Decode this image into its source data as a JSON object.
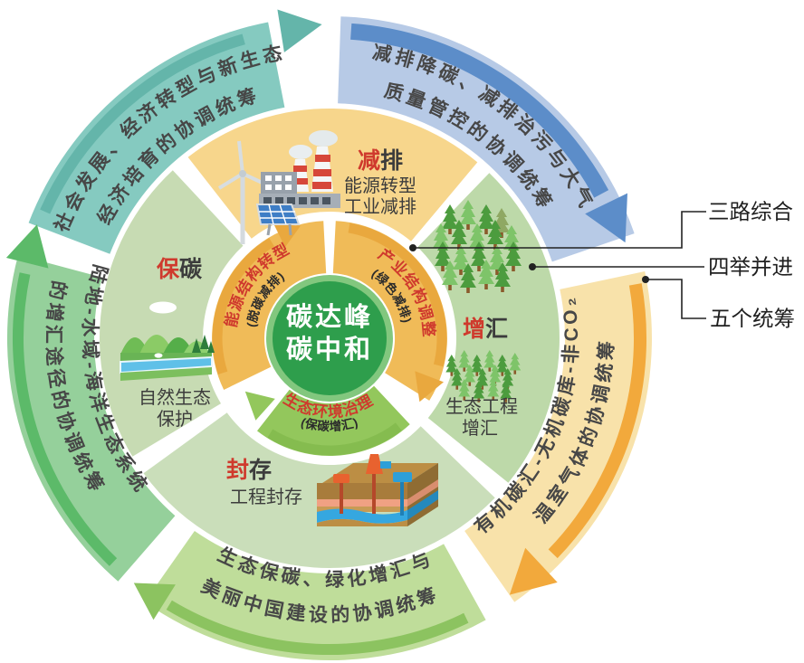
{
  "center": {
    "line1": "碳达峰",
    "line2": "碳中和"
  },
  "inner_ring": {
    "segments": [
      {
        "label": "能源结构转型",
        "note": "(脱碳减排)"
      },
      {
        "label": "产业结构调整",
        "note": "(绿色减排)"
      },
      {
        "label": "生态环境治理",
        "note": "(保碳增汇)"
      }
    ]
  },
  "middle_ring": {
    "sections": [
      {
        "head_first": "减",
        "head_rest": "排",
        "lines": [
          "能源转型",
          "工业减排"
        ],
        "icon": "factory-icon"
      },
      {
        "head_first": "增",
        "head_rest": "汇",
        "lines": [
          "生态工程",
          "增汇"
        ],
        "icon": "forest-icon"
      },
      {
        "head_first": "封",
        "head_rest": "存",
        "lines": [
          "工程封存"
        ],
        "icon": "storage-icon"
      },
      {
        "head_first": "保",
        "head_rest": "碳",
        "lines": [
          "自然生态",
          "保护"
        ],
        "icon": "mountain-icon"
      }
    ]
  },
  "outer_ring": {
    "arcs": [
      {
        "name": "social-economy",
        "line1": "社会发展、经济转型与新生态",
        "line2": "经济培育的协调统筹"
      },
      {
        "name": "air-quality",
        "line1": "减排降碳、减排治污与大气",
        "line2": "质量管控的协调统筹"
      },
      {
        "name": "carbon-sink",
        "line1": "有机碳汇-无机碳库-非CO₂",
        "line2": "温室气体的协调统筹"
      },
      {
        "name": "beautiful-china",
        "line1": "生态保碳、绿化增汇与",
        "line2": "美丽中国建设的协调统筹"
      },
      {
        "name": "land-ocean",
        "line1": "陆地-水域-海洋生态系统",
        "line2": "的增汇途径的协调统筹"
      }
    ]
  },
  "annotations": [
    {
      "label": "三路综合"
    },
    {
      "label": "四举并进"
    },
    {
      "label": "五个统筹"
    }
  ],
  "colors": {
    "teal_fill": "#85CAC0",
    "teal_arrow": "#64B5AA",
    "blue_fill": "#B7CAE6",
    "blue_arrow": "#5C8DC9",
    "orange_fill": "#F8E2AA",
    "orange_arrow": "#F2A93C",
    "bgreen_fill": "#BFDD9A",
    "bgreen_arrow": "#8CC360",
    "lgreen_fill": "#95D09B",
    "lgreen_arrow": "#5CBA69",
    "mid_yellow": "#F7D68C",
    "mid_sage_right": "#BDD9A9",
    "mid_sage_bottom": "#CADEBA",
    "mid_sage_left": "#C7DBB3",
    "inner_gold": "#F0BB58",
    "inner_gold_dark": "#E9A83E",
    "inner_green": "#93C75C",
    "inner_green_dark": "#85BC4F",
    "center_fill": "#2E9E4C",
    "center_ring": "#82C77E",
    "accent_red": "#CF3A2D",
    "text_dark": "#3C3C3C",
    "line_black": "#222222"
  }
}
